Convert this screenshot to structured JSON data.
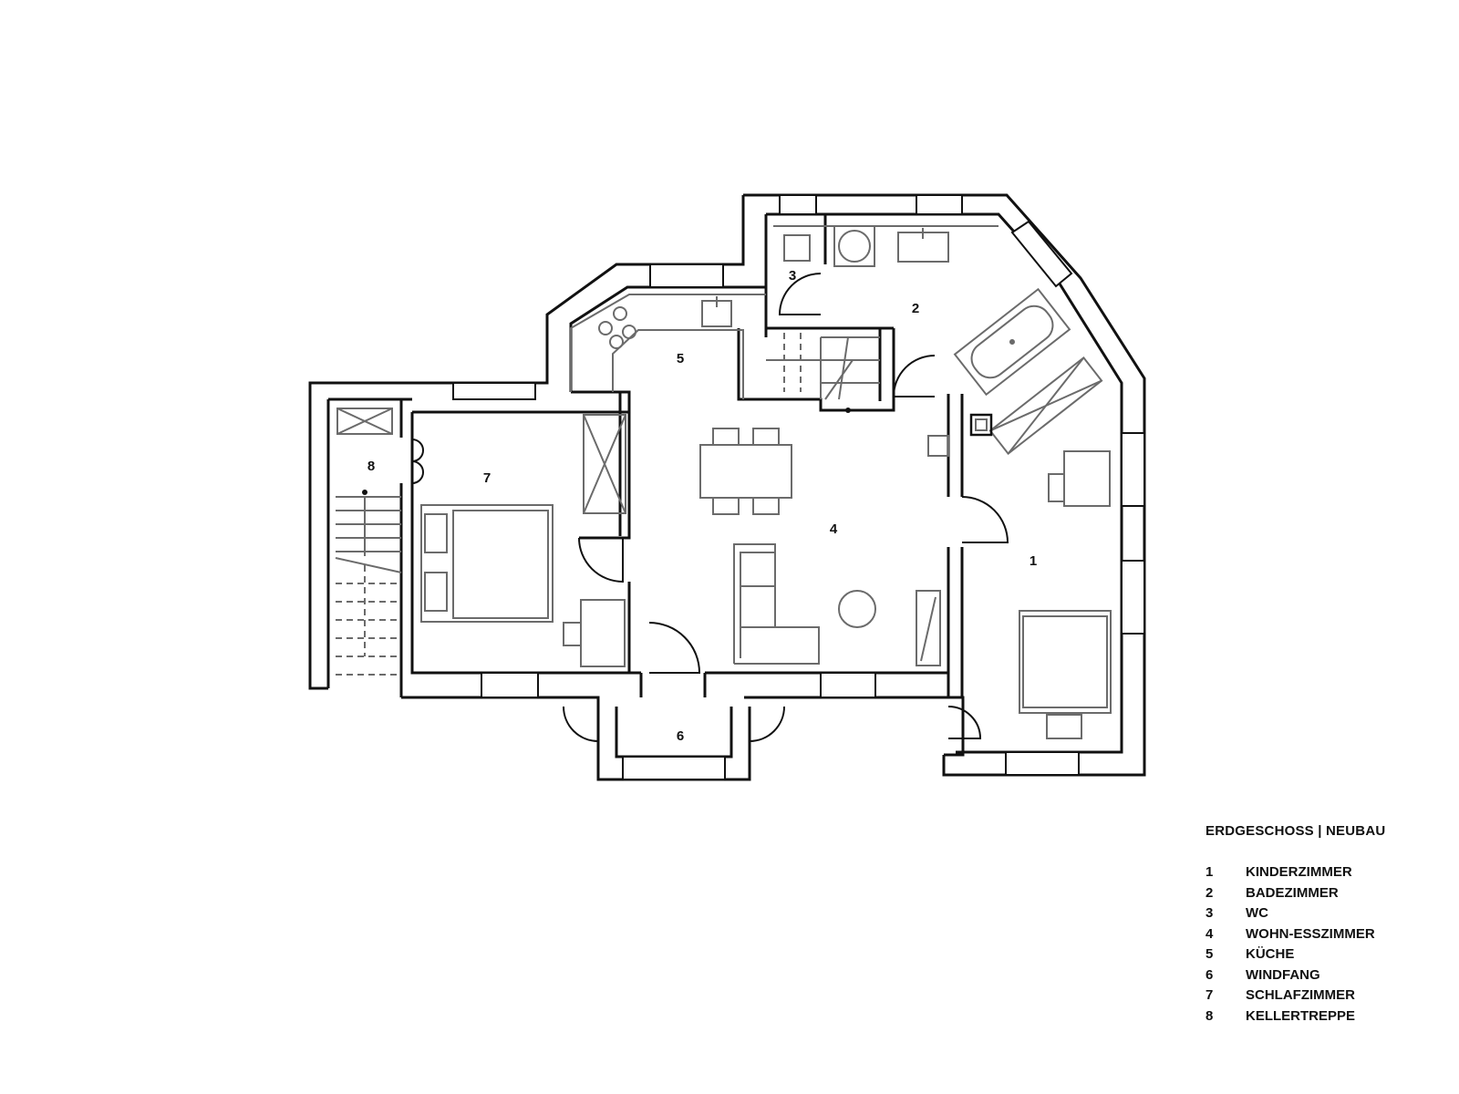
{
  "legend": {
    "title": "ERDGESCHOSS | NEUBAU",
    "items": [
      {
        "number": "1",
        "label": "KINDERZIMMER"
      },
      {
        "number": "2",
        "label": "BADEZIMMER"
      },
      {
        "number": "3",
        "label": "WC"
      },
      {
        "number": "4",
        "label": "WOHN-ESSZIMMER"
      },
      {
        "number": "5",
        "label": "KÜCHE"
      },
      {
        "number": "6",
        "label": "WINDFANG"
      },
      {
        "number": "7",
        "label": "SCHLAFZIMMER"
      },
      {
        "number": "8",
        "label": "KELLERTREPPE"
      }
    ]
  },
  "rooms": {
    "r1": "1",
    "r2": "2",
    "r3": "3",
    "r4": "4",
    "r5": "5",
    "r6": "6",
    "r7": "7",
    "r8": "8"
  }
}
